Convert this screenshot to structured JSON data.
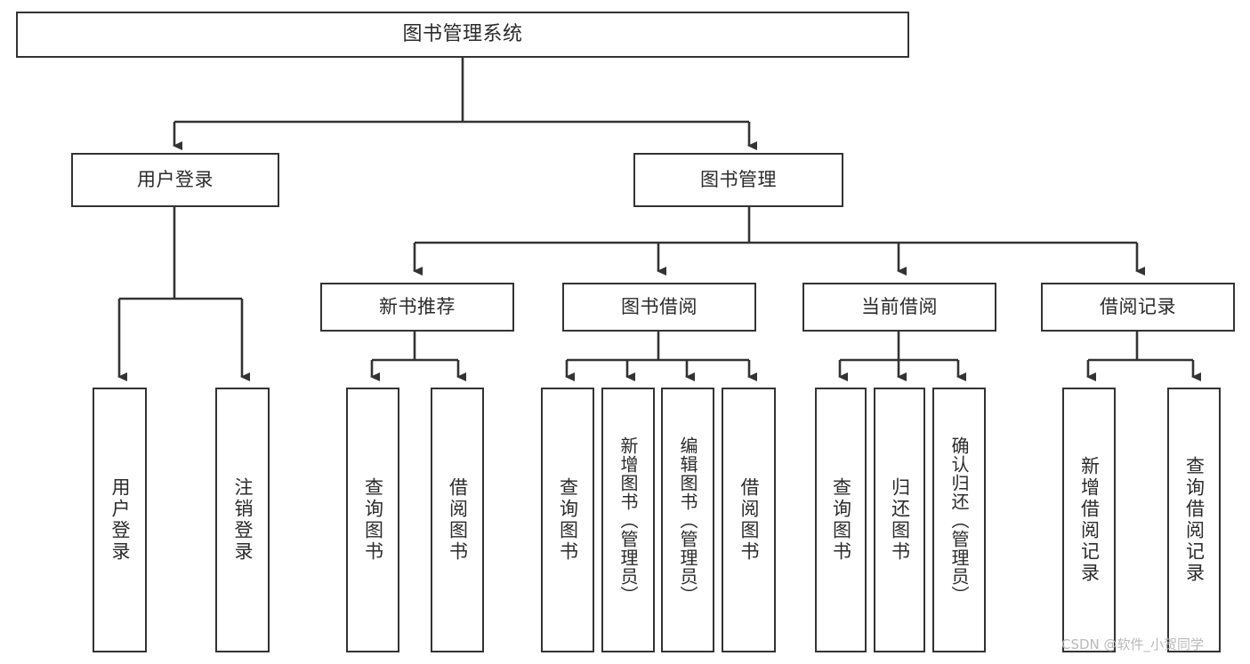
{
  "diagram": {
    "title": "图书管理系统",
    "type": "tree-hierarchy",
    "watermark": "CSDN @软件_小贺同学",
    "colors": {
      "box_border": "#333333",
      "box_fill": "#ffffff",
      "connector": "#333333",
      "text": "#2b2b2b",
      "watermark": "#b9b9b9",
      "background": "#ffffff"
    },
    "nodes": {
      "root": {
        "label": "图书管理系统"
      },
      "level1": [
        {
          "label": "用户登录"
        },
        {
          "label": "图书管理"
        }
      ],
      "level2": [
        {
          "label": "新书推荐"
        },
        {
          "label": "图书借阅"
        },
        {
          "label": "当前借阅"
        },
        {
          "label": "借阅记录"
        }
      ],
      "leaves": {
        "user_login": [
          {
            "label": "用户登录"
          },
          {
            "label": "注销登录"
          }
        ],
        "new_book_recommend": [
          {
            "label": "查询图书"
          },
          {
            "label": "借阅图书"
          }
        ],
        "book_borrow": [
          {
            "label": "查询图书"
          },
          {
            "label": "新增图书（管理员）"
          },
          {
            "label": "编辑图书（管理员）"
          },
          {
            "label": "借阅图书"
          }
        ],
        "current_borrow": [
          {
            "label": "查询图书"
          },
          {
            "label": "归还图书"
          },
          {
            "label": "确认归还（管理员）"
          }
        ],
        "borrow_record": [
          {
            "label": "新增借阅记录"
          },
          {
            "label": "查询借阅记录"
          }
        ]
      }
    }
  }
}
